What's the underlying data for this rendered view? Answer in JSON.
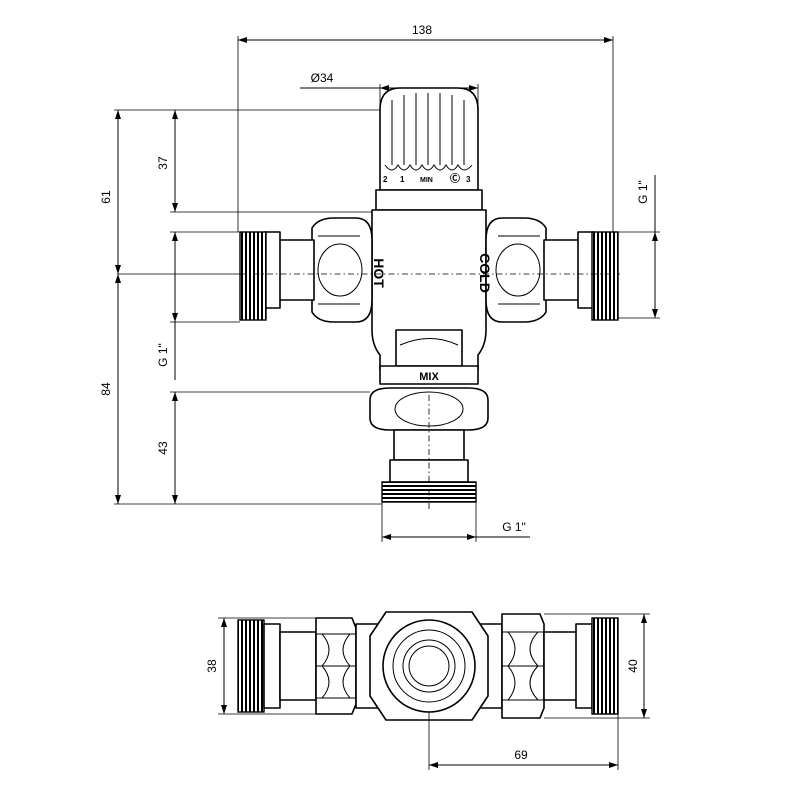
{
  "dimensions": {
    "overall_width": "138",
    "knob_diameter": "Ø34",
    "knob_height": "37",
    "inlet_height": "61",
    "outlet_height": "84",
    "outlet_length": "43",
    "thread_left": "G 1\"",
    "thread_right": "G 1\"",
    "thread_bottom": "G 1\"",
    "plan_left_height": "38",
    "plan_right_height": "40",
    "plan_center_offset": "69"
  },
  "markings": {
    "hot": "HOT",
    "cold": "COLD",
    "mix": "MIX",
    "scale": [
      "2",
      "1",
      "MIN",
      "Ⓒ",
      "3"
    ]
  }
}
